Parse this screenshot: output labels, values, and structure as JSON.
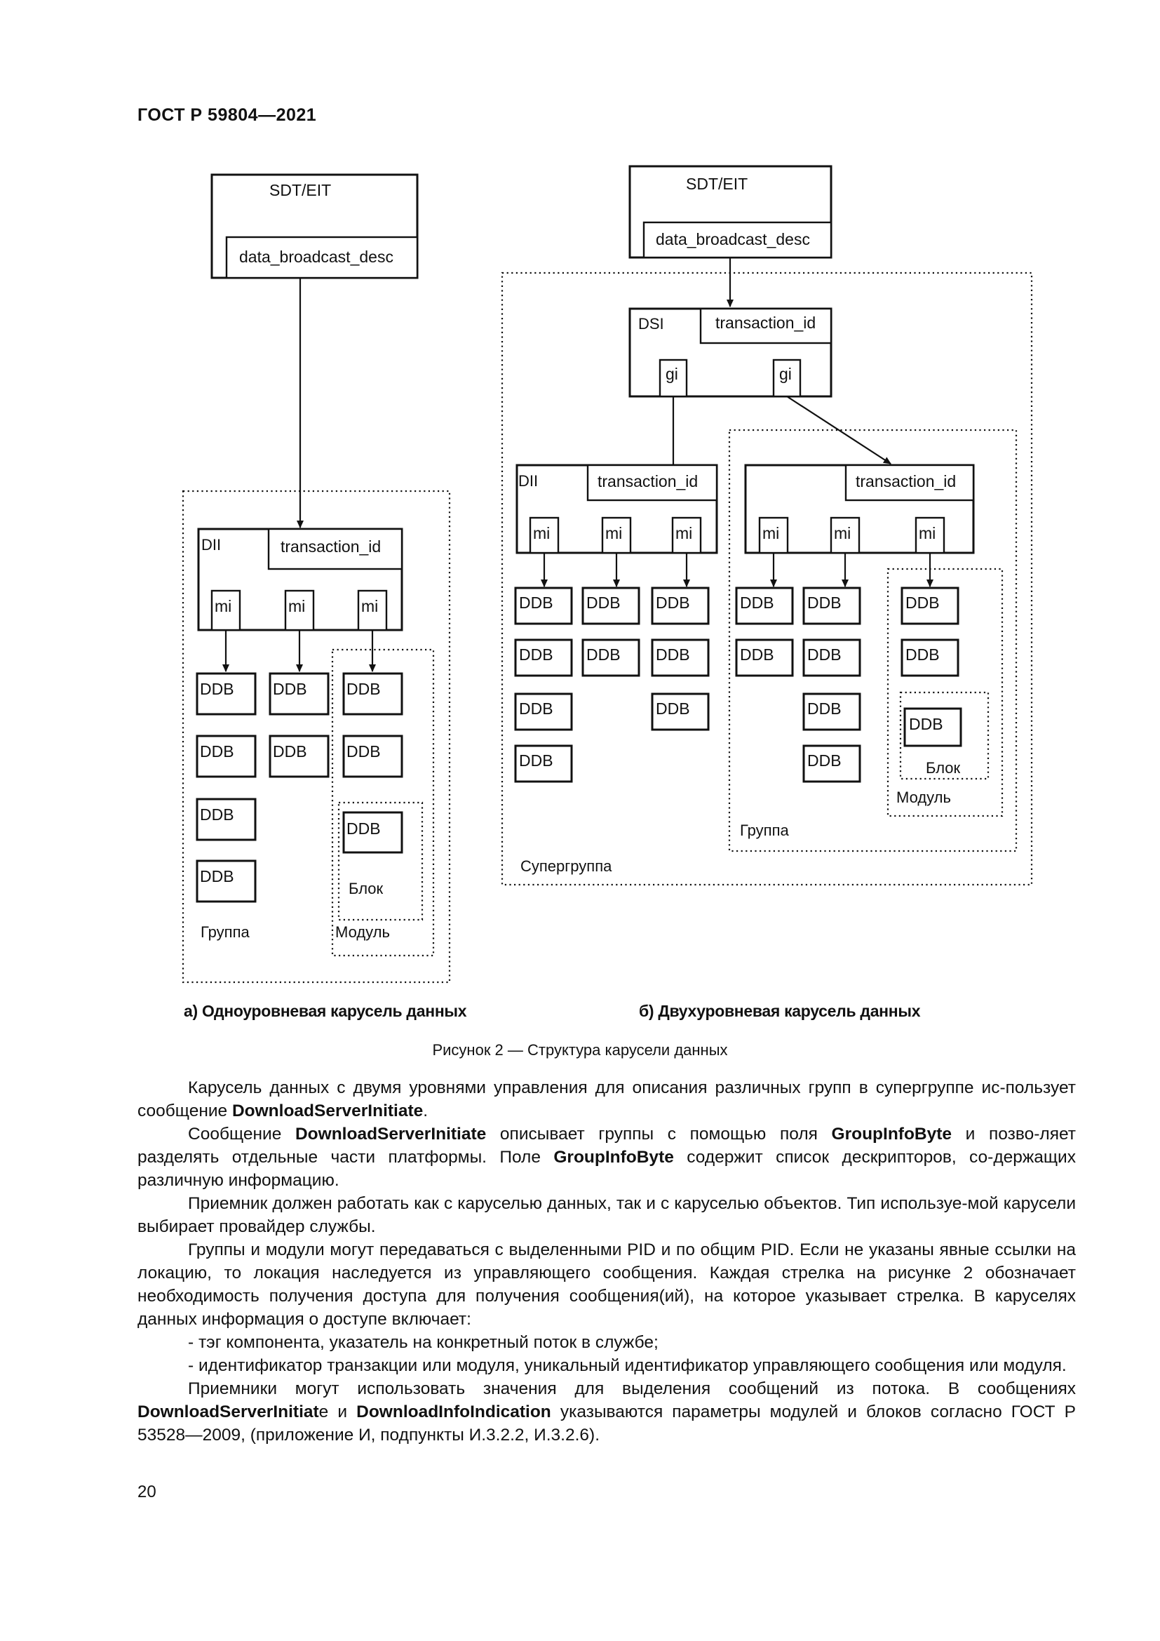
{
  "header": {
    "standard": "ГОСТ Р 59804—2021"
  },
  "figure": {
    "sdt": "SDT/EIT",
    "desc": "data_broadcast_desc",
    "dsi": "DSI",
    "dii": "DII",
    "tid": "transaction_id",
    "gi": "gi",
    "mi": "mi",
    "ddb": "DDB",
    "block": "Блок",
    "module": "Модуль",
    "group": "Группа",
    "supergroup": "Супергруппа",
    "sub_a": "а) Одноуровневая карусель данных",
    "sub_b": "б) Двухуровневая карусель данных",
    "caption": "Рисунок 2 — Структура карусели данных"
  },
  "paragraphs": {
    "p1": [
      "Карусель данных с двумя уровнями управления для описания различных групп в супергруппе ис-пользует сообщение ",
      "DownloadServerInitiate",
      "."
    ],
    "p2": [
      "Сообщение ",
      "DownloadServerInitiate",
      " описывает группы с помощью поля ",
      "GroupInfoByte",
      " и позво-ляет разделять отдельные части платформы. Поле ",
      "GroupInfoByte",
      " содержит список дескрипторов, со-держащих различную информацию."
    ],
    "p3": "Приемник должен работать как с каруселью данных, так и с каруселью объектов. Тип используе-мой карусели выбирает провайдер службы.",
    "p4": "Группы и модули могут передаваться с выделенными PID и по общим PID. Если не указаны явные ссылки на локацию, то локация наследуется из управляющего сообщения. Каждая стрелка на рисунке 2 обозначает необходимость получения доступа для получения сообщения(ий), на которое указывает стрелка. В каруселях данных информация о доступе включает:",
    "p5": "- тэг компонента, указатель на конкретный поток в службе;",
    "p6": "- идентификатор транзакции или модуля, уникальный идентификатор управляющего сообщения или модуля.",
    "p7": [
      "Приемники могут использовать значения для выделения сообщений из потока. В сообщениях ",
      "DownloadServerInitiat",
      "е и ",
      "DownloadInfoIndication",
      " указываются параметры модулей и блоков согласно ГОСТ Р 53528—2009, (приложение И, подпункты И.3.2.2, И.3.2.6)."
    ]
  },
  "footer": {
    "page": "20"
  }
}
